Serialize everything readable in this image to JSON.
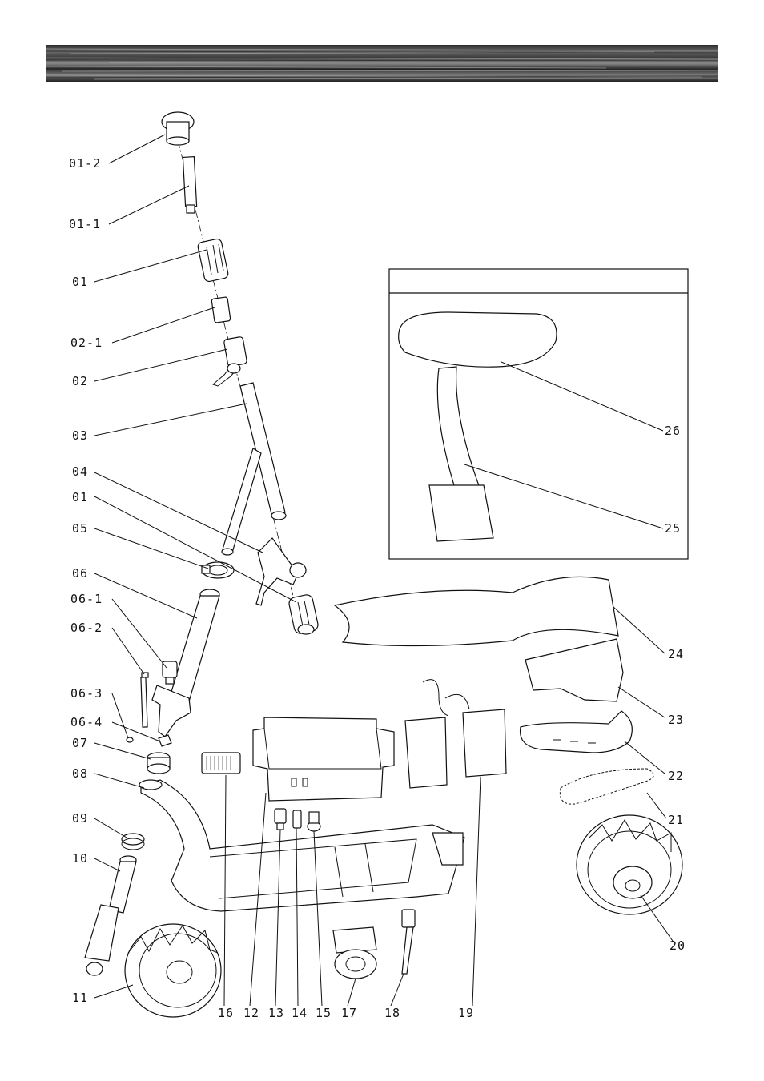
{
  "labels": {
    "l01_2": "01-2",
    "l01_1": "01-1",
    "l01": "01",
    "l02_1": "02-1",
    "l02": "02",
    "l03": "03",
    "l04": "04",
    "l01b": "01",
    "l05": "05",
    "l06": "06",
    "l06_1": "06-1",
    "l06_2": "06-2",
    "l06_3": "06-3",
    "l06_4": "06-4",
    "l07": "07",
    "l08": "08",
    "l09": "09",
    "l10": "10",
    "l11": "11",
    "l16": "16",
    "l12": "12",
    "l13": "13",
    "l14": "14",
    "l15": "15",
    "l17": "17",
    "l18": "18",
    "l19": "19",
    "l20": "20",
    "l21": "21",
    "l22": "22",
    "l23": "23",
    "l24": "24",
    "l25": "25",
    "l26": "26"
  },
  "inset": {
    "title": ""
  }
}
